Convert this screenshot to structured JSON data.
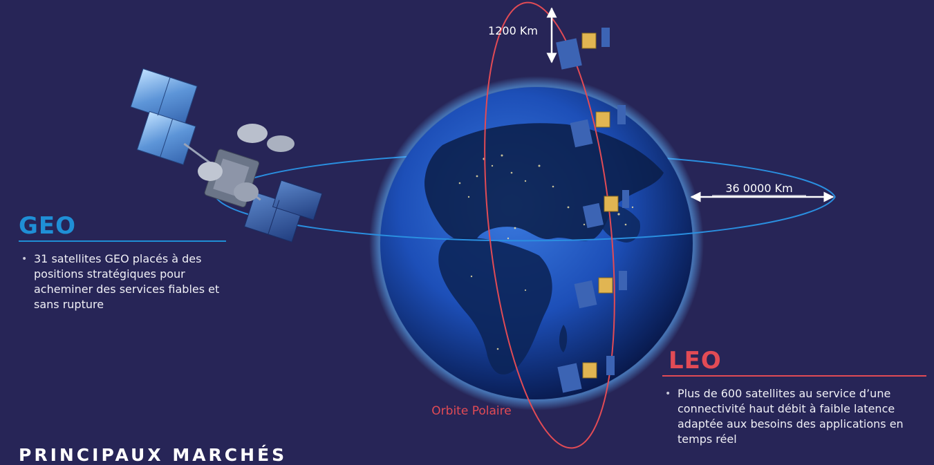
{
  "orbit_labels": {
    "leo_altitude": "1200 Km",
    "geo_altitude": "36 0000 Km",
    "polar_orbit": "Orbite Polaire"
  },
  "geo": {
    "title": "GEO",
    "bullets": [
      "31 satellites GEO placés à des positions stratégiques pour acheminer des services fiables et sans rupture"
    ]
  },
  "leo": {
    "title": "LEO",
    "bullets": [
      "Plus de 600 satellites au service d’une connectivité haut débit à faible latence adaptée aux besoins des applications en temps réel"
    ]
  },
  "bottom_heading": "PRINCIPAUX MARCHÉS",
  "colors": {
    "background": "#272557",
    "geo_accent": "#1f8fd6",
    "leo_accent": "#e24b55",
    "earth": "#1d4fb8"
  },
  "icons": [
    "geo-satellite-icon",
    "leo-satellite-icon",
    "earth-globe"
  ]
}
